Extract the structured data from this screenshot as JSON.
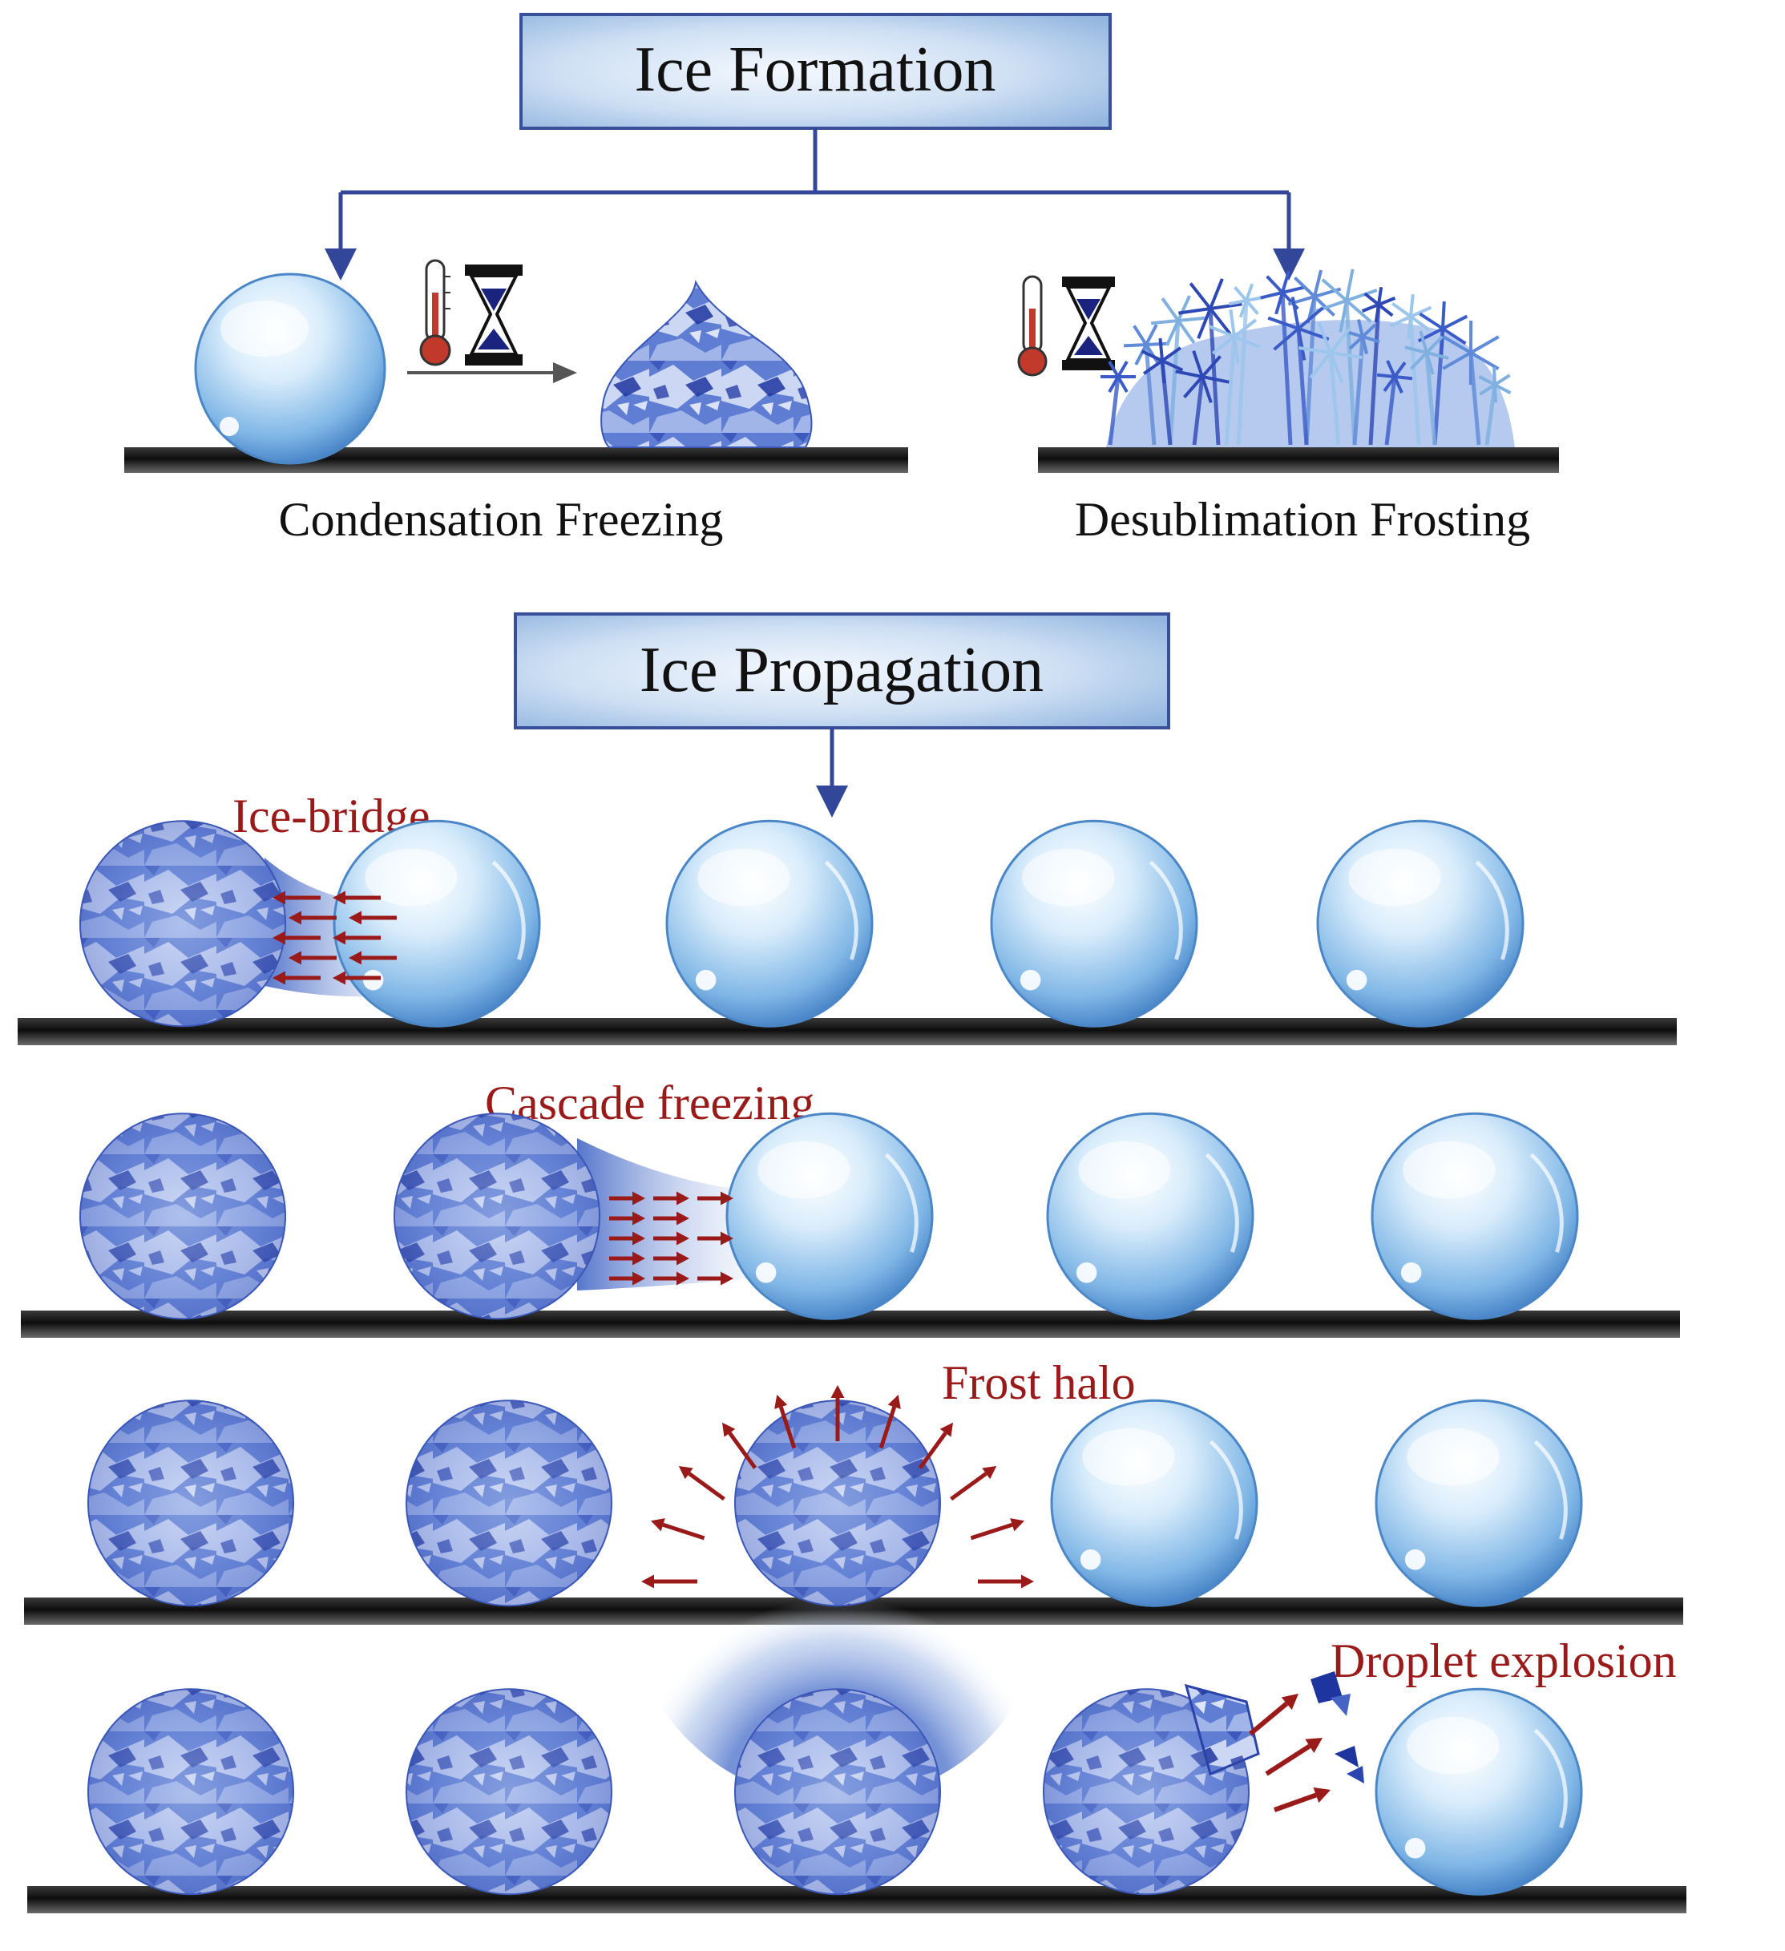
{
  "ice_formation": {
    "title": "Ice Formation",
    "condensation_label": "Condensation Freezing",
    "desublimation_label": "Desublimation Frosting"
  },
  "ice_propagation": {
    "title": "Ice Propagation",
    "ice_bridge_label": "Ice-bridge",
    "cascade_label": "Cascade freezing",
    "frost_halo_label": "Frost halo",
    "explosion_label": "Droplet explosion"
  },
  "icons": {
    "temperature": "thermometer-icon",
    "time": "hourglass-icon"
  },
  "colors": {
    "box_fill": "#c9dcf2",
    "box_border": "#3a4f9a",
    "connector": "#33479a",
    "label_red": "#9a1a1a",
    "surface": "#1a1a1a",
    "ice": "#3e5cc4",
    "water": "#8fc3ec"
  },
  "rows": [
    [
      "frozen",
      "water",
      "water",
      "water",
      "water"
    ],
    [
      "frozen",
      "frozen",
      "water",
      "water",
      "water"
    ],
    [
      "frozen",
      "frozen",
      "frozen",
      "water",
      "water"
    ],
    [
      "frozen",
      "frozen",
      "frozen",
      "exploding",
      "water"
    ]
  ]
}
